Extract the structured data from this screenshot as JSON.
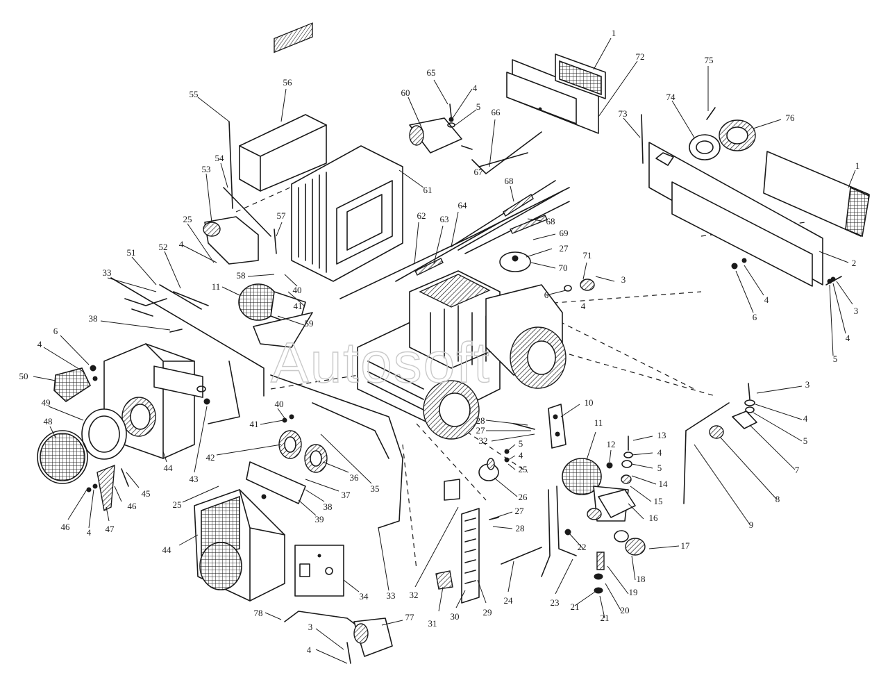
{
  "watermark": "Autosoft",
  "callouts": [
    {
      "id": "c1a",
      "text": "1"
    },
    {
      "id": "c72",
      "text": "72"
    },
    {
      "id": "c75",
      "text": "75"
    },
    {
      "id": "c74",
      "text": "74"
    },
    {
      "id": "c76",
      "text": "76"
    },
    {
      "id": "c73",
      "text": "73"
    },
    {
      "id": "c1b",
      "text": "1"
    },
    {
      "id": "c2",
      "text": "2"
    },
    {
      "id": "c3a",
      "text": "3"
    },
    {
      "id": "c4a",
      "text": "4"
    },
    {
      "id": "c5a",
      "text": "5"
    },
    {
      "id": "c6a",
      "text": "6"
    },
    {
      "id": "c4b",
      "text": "4"
    },
    {
      "id": "c65",
      "text": "65"
    },
    {
      "id": "c4c",
      "text": "4"
    },
    {
      "id": "c5b",
      "text": "5"
    },
    {
      "id": "c60",
      "text": "60"
    },
    {
      "id": "c66",
      "text": "66"
    },
    {
      "id": "c67",
      "text": "67"
    },
    {
      "id": "c56",
      "text": "56"
    },
    {
      "id": "c55",
      "text": "55"
    },
    {
      "id": "c54",
      "text": "54"
    },
    {
      "id": "c53",
      "text": "53"
    },
    {
      "id": "c61",
      "text": "61"
    },
    {
      "id": "c68a",
      "text": "68"
    },
    {
      "id": "c68b",
      "text": "68"
    },
    {
      "id": "c64",
      "text": "64"
    },
    {
      "id": "c62",
      "text": "62"
    },
    {
      "id": "c63",
      "text": "63"
    },
    {
      "id": "c69",
      "text": "69"
    },
    {
      "id": "c27a",
      "text": "27"
    },
    {
      "id": "c70",
      "text": "70"
    },
    {
      "id": "c71",
      "text": "71"
    },
    {
      "id": "c3b",
      "text": "3"
    },
    {
      "id": "c6b",
      "text": "6"
    },
    {
      "id": "c4d",
      "text": "4"
    },
    {
      "id": "c57",
      "text": "57"
    },
    {
      "id": "c25a",
      "text": "25"
    },
    {
      "id": "c4e",
      "text": "4"
    },
    {
      "id": "c58",
      "text": "58"
    },
    {
      "id": "c40a",
      "text": "40"
    },
    {
      "id": "c11a",
      "text": "11"
    },
    {
      "id": "c41a",
      "text": "41"
    },
    {
      "id": "c59",
      "text": "59"
    },
    {
      "id": "c51",
      "text": "51"
    },
    {
      "id": "c52",
      "text": "52"
    },
    {
      "id": "c33a",
      "text": "33"
    },
    {
      "id": "c38a",
      "text": "38"
    },
    {
      "id": "c6c",
      "text": "6"
    },
    {
      "id": "c4f",
      "text": "4"
    },
    {
      "id": "c50",
      "text": "50"
    },
    {
      "id": "c49",
      "text": "49"
    },
    {
      "id": "c48",
      "text": "48"
    },
    {
      "id": "c44a",
      "text": "44"
    },
    {
      "id": "c43",
      "text": "43"
    },
    {
      "id": "c45",
      "text": "45"
    },
    {
      "id": "c46a",
      "text": "46"
    },
    {
      "id": "c46b",
      "text": "46"
    },
    {
      "id": "c4g",
      "text": "4"
    },
    {
      "id": "c47",
      "text": "47"
    },
    {
      "id": "c40b",
      "text": "40"
    },
    {
      "id": "c41b",
      "text": "41"
    },
    {
      "id": "c42",
      "text": "42"
    },
    {
      "id": "c36",
      "text": "36"
    },
    {
      "id": "c35",
      "text": "35"
    },
    {
      "id": "c37",
      "text": "37"
    },
    {
      "id": "c38b",
      "text": "38"
    },
    {
      "id": "c39",
      "text": "39"
    },
    {
      "id": "c25b",
      "text": "25"
    },
    {
      "id": "c44b",
      "text": "44"
    },
    {
      "id": "c34",
      "text": "34"
    },
    {
      "id": "c33b",
      "text": "33"
    },
    {
      "id": "c78",
      "text": "78"
    },
    {
      "id": "c3c",
      "text": "3"
    },
    {
      "id": "c4h",
      "text": "4"
    },
    {
      "id": "c77",
      "text": "77"
    },
    {
      "id": "c10",
      "text": "10"
    },
    {
      "id": "c28a",
      "text": "28"
    },
    {
      "id": "c27b",
      "text": "27"
    },
    {
      "id": "c32a",
      "text": "32"
    },
    {
      "id": "c5c",
      "text": "5"
    },
    {
      "id": "c4i",
      "text": "4"
    },
    {
      "id": "c25c",
      "text": "25"
    },
    {
      "id": "c26",
      "text": "26"
    },
    {
      "id": "c27c",
      "text": "27"
    },
    {
      "id": "c28b",
      "text": "28"
    },
    {
      "id": "c32b",
      "text": "32"
    },
    {
      "id": "c31",
      "text": "31"
    },
    {
      "id": "c30",
      "text": "30"
    },
    {
      "id": "c29",
      "text": "29"
    },
    {
      "id": "c24",
      "text": "24"
    },
    {
      "id": "c23",
      "text": "23"
    },
    {
      "id": "c22",
      "text": "22"
    },
    {
      "id": "c11b",
      "text": "11"
    },
    {
      "id": "c12",
      "text": "12"
    },
    {
      "id": "c13",
      "text": "13"
    },
    {
      "id": "c4j",
      "text": "4"
    },
    {
      "id": "c5d",
      "text": "5"
    },
    {
      "id": "c14",
      "text": "14"
    },
    {
      "id": "c15",
      "text": "15"
    },
    {
      "id": "c16",
      "text": "16"
    },
    {
      "id": "c17",
      "text": "17"
    },
    {
      "id": "c18",
      "text": "18"
    },
    {
      "id": "c19",
      "text": "19"
    },
    {
      "id": "c20",
      "text": "20"
    },
    {
      "id": "c21a",
      "text": "21"
    },
    {
      "id": "c21b",
      "text": "21"
    },
    {
      "id": "c3d",
      "text": "3"
    },
    {
      "id": "c4k",
      "text": "4"
    },
    {
      "id": "c5e",
      "text": "5"
    },
    {
      "id": "c7",
      "text": "7"
    },
    {
      "id": "c8",
      "text": "8"
    },
    {
      "id": "c9",
      "text": "9"
    }
  ]
}
